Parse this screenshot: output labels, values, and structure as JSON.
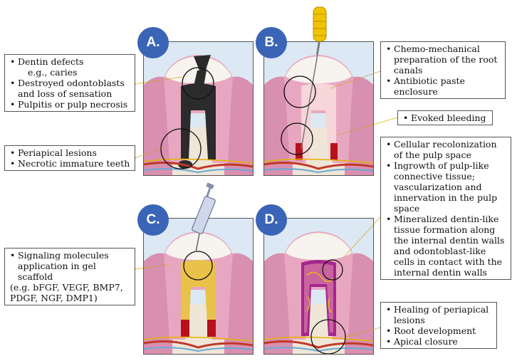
{
  "panels": {
    "a": {
      "label": "A."
    },
    "b": {
      "label": "B."
    },
    "c": {
      "label": "C."
    },
    "d": {
      "label": "D."
    }
  },
  "callouts": {
    "a_top": [
      "Dentin defects",
      "e.g., caries",
      "Destroyed odontoblasts",
      "and loss of sensation",
      "Pulpitis or pulp necrosis"
    ],
    "a_bottom": [
      "Periapical lesions",
      "Necrotic immature teeth"
    ],
    "b_top": [
      "Chemo-mechanical",
      "preparation of the root",
      "canals",
      "Antibiotic paste",
      "enclosure"
    ],
    "b_mid": [
      "Evoked bleeding"
    ],
    "d_top": [
      "Cellular recolonization",
      "of the pulp space",
      "Ingrowth of pulp-like",
      "connective tissue;",
      "vascularization and",
      "innervation in the pulp",
      "space",
      "Mineralized dentin-like",
      "tissue formation along",
      "the internal dentin walls",
      "and odontoblast-like",
      "cells in contact with the",
      "internal dentin walls"
    ],
    "c_left": [
      "Signaling molecules",
      "application in gel",
      "scaffold",
      "(e.g. bFGF, VEGF, BMP7,",
      "PDGF, NGF, DMP1)"
    ],
    "d_bottom": [
      "Healing of periapical",
      "lesions",
      "Root development",
      "Apical closure"
    ]
  },
  "colors": {
    "badge": "#3a64b6",
    "gum": "#d98fb0",
    "dentin": "#e8a7c0",
    "enamel": "#f7f3ee",
    "pulp_healthy": "#f6d6d8",
    "necrotic": "#2b2b2b",
    "blood": "#b5121b",
    "scaffold": "#e9c24a",
    "file": "#f2c400",
    "bone": "#efe6d8",
    "sky": "#dce8f3"
  },
  "icons": {
    "file": "endodontic-file-icon",
    "syringe": "syringe-icon"
  }
}
